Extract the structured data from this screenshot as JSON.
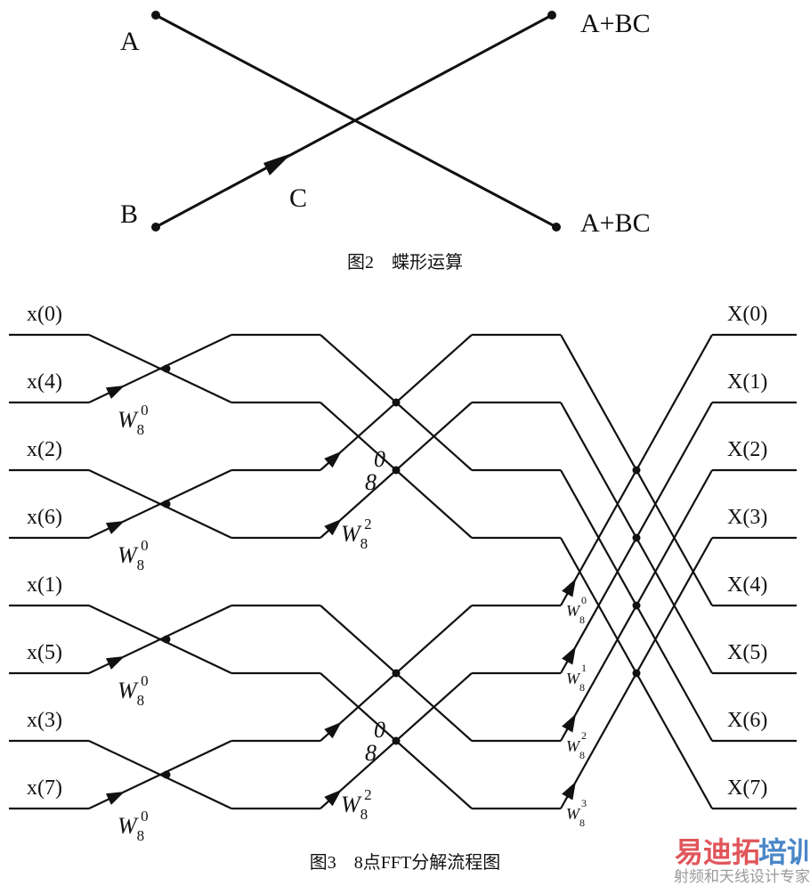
{
  "fig2": {
    "caption": "图2　蝶形运算",
    "input_a": "A",
    "input_b": "B",
    "twiddle": "C",
    "output_top": "A+BC",
    "output_bottom": "A+BC"
  },
  "fig3": {
    "caption": "图3　8点FFT分解流程图",
    "inputs": [
      "x(0)",
      "x(4)",
      "x(2)",
      "x(6)",
      "x(1)",
      "x(5)",
      "x(3)",
      "x(7)"
    ],
    "outputs": [
      "X(0)",
      "X(1)",
      "X(2)",
      "X(3)",
      "X(4)",
      "X(5)",
      "X(6)",
      "X(7)"
    ],
    "twiddle_base": "W",
    "twiddle_sub": "8",
    "stage1_exponents": [
      "0",
      "0",
      "0",
      "0"
    ],
    "stage2_exponents": [
      "0",
      "2",
      "0",
      "2"
    ],
    "stage3_exponents": [
      "0",
      "1",
      "2",
      "3"
    ]
  },
  "watermark": {
    "brand_part1": "易迪拓",
    "brand_part2": "培训",
    "tagline": "射频和天线设计专家",
    "color1": "#e0565b",
    "color2": "#4a86c8"
  }
}
